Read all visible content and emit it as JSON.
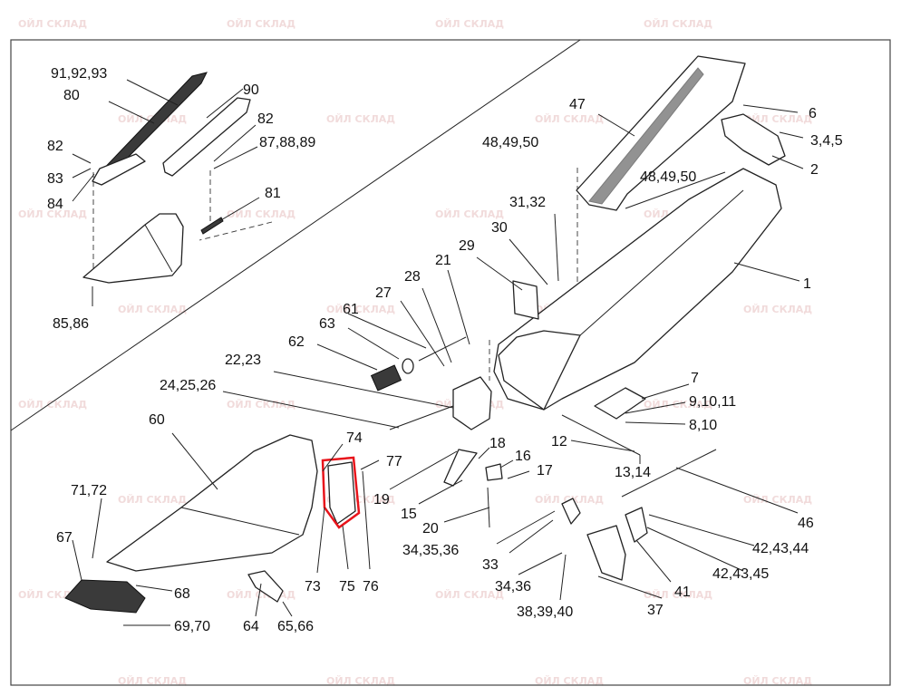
{
  "diagram": {
    "watermark_text": "ОЙЛ СКЛАД",
    "highlight_color": "#e8141b",
    "labels": {
      "l_91": "91,92,93",
      "l_80": "80",
      "l_90": "90",
      "l_82a": "82",
      "l_82b": "82",
      "l_83": "83",
      "l_84": "84",
      "l_87": "87,88,89",
      "l_81": "81",
      "l_85": "85,86",
      "l_47": "47",
      "l_6": "6",
      "l_48a": "48,49,50",
      "l_345": "3,4,5",
      "l_2": "2",
      "l_48b": "48,49,50",
      "l_3132": "31,32",
      "l_30": "30",
      "l_29": "29",
      "l_1": "1",
      "l_28": "28",
      "l_21": "21",
      "l_27": "27",
      "l_63": "63",
      "l_61": "61",
      "l_62": "62",
      "l_2223": "22,23",
      "l_242526": "24,25,26",
      "l_7": "7",
      "l_91011": "9,10,11",
      "l_810": "8,10",
      "l_60": "60",
      "l_74": "74",
      "l_77": "77",
      "l_18": "18",
      "l_16": "16",
      "l_17": "17",
      "l_12": "12",
      "l_1314": "13,14",
      "l_19": "19",
      "l_7172": "71,72",
      "l_15": "15",
      "l_20": "20",
      "l_46": "46",
      "l_67": "67",
      "l_343536": "34,35,36",
      "l_424344": "42,43,44",
      "l_33": "33",
      "l_424345": "42,43,45",
      "l_73": "73",
      "l_75": "75",
      "l_76": "76",
      "l_68": "68",
      "l_3436": "34,36",
      "l_41": "41",
      "l_64": "64",
      "l_6566": "65,66",
      "l_6970": "69,70",
      "l_383940": "38,39,40",
      "l_37": "37"
    }
  }
}
